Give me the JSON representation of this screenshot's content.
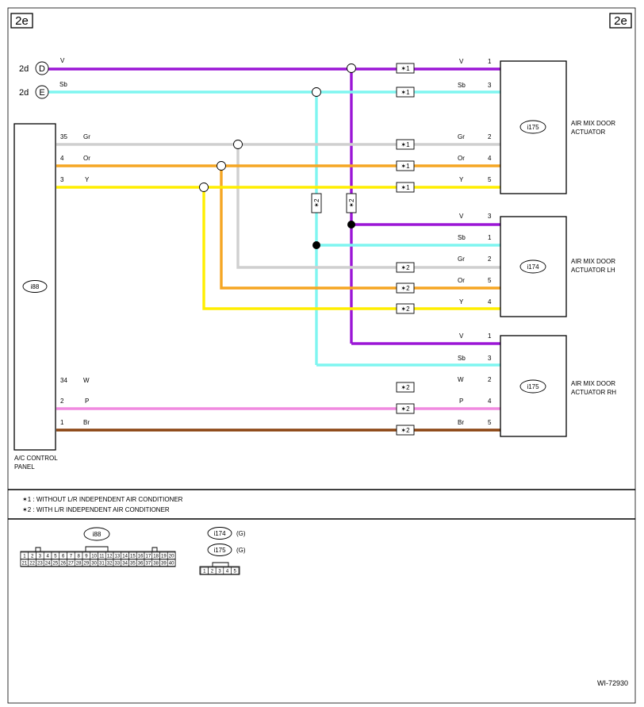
{
  "page_code": "2e",
  "figure_id": "WI-72930",
  "colors": {
    "V": "#9b16d6",
    "Sb": "#7ff5f0",
    "Gr": "#cfcfcf",
    "Or": "#f5a623",
    "Y": "#ffee00",
    "W": "#ffffff",
    "P": "#f08ae0",
    "Br": "#8b4513"
  },
  "inputs": [
    {
      "page": "2d",
      "letter": "D",
      "wire": "V"
    },
    {
      "page": "2d",
      "letter": "E",
      "wire": "Sb"
    }
  ],
  "controller": {
    "id": "i88",
    "name_line1": "A/C CONTROL",
    "name_line2": "PANEL",
    "pins": [
      {
        "pin": "35",
        "wire": "Gr"
      },
      {
        "pin": "4",
        "wire": "Or"
      },
      {
        "pin": "3",
        "wire": "Y"
      },
      {
        "pin": "34",
        "wire": "W"
      },
      {
        "pin": "2",
        "wire": "P"
      },
      {
        "pin": "1",
        "wire": "Br"
      }
    ]
  },
  "components": [
    {
      "id": "i175",
      "name_line1": "AIR MIX DOOR",
      "name_line2": "ACTUATOR",
      "pins": [
        {
          "wire": "V",
          "pin": "1"
        },
        {
          "wire": "Sb",
          "pin": "3"
        },
        {
          "wire": "Gr",
          "pin": "2"
        },
        {
          "wire": "Or",
          "pin": "4"
        },
        {
          "wire": "Y",
          "pin": "5"
        }
      ]
    },
    {
      "id": "i174",
      "name_line1": "AIR MIX DOOR",
      "name_line2": "ACTUATOR LH",
      "pins": [
        {
          "wire": "V",
          "pin": "3"
        },
        {
          "wire": "Sb",
          "pin": "1"
        },
        {
          "wire": "Gr",
          "pin": "2"
        },
        {
          "wire": "Or",
          "pin": "5"
        },
        {
          "wire": "Y",
          "pin": "4"
        }
      ]
    },
    {
      "id": "i175",
      "name_line1": "AIR MIX DOOR",
      "name_line2": "ACTUATOR  RH",
      "pins": [
        {
          "wire": "V",
          "pin": "1"
        },
        {
          "wire": "Sb",
          "pin": "3"
        },
        {
          "wire": "W",
          "pin": "2"
        },
        {
          "wire": "P",
          "pin": "4"
        },
        {
          "wire": "Br",
          "pin": "5"
        }
      ]
    }
  ],
  "marks": {
    "m1": "✶1",
    "m2": "✶2"
  },
  "notes": [
    {
      "mark": "✶1",
      "text": " : WITHOUT L/R INDEPENDENT AIR CONDITIONER"
    },
    {
      "mark": "✶2",
      "text": " : WITH L/R INDEPENDENT AIR CONDITIONER"
    }
  ],
  "connector_views": {
    "i88": {
      "id": "i88",
      "row1": [
        "1",
        "2",
        "3",
        "4",
        "5",
        "6",
        "7",
        "8",
        "9",
        "10",
        "11",
        "12",
        "13",
        "14",
        "15",
        "16",
        "17",
        "18",
        "19",
        "20"
      ],
      "row2": [
        "21",
        "22",
        "23",
        "24",
        "25",
        "26",
        "27",
        "28",
        "29",
        "30",
        "31",
        "32",
        "33",
        "34",
        "35",
        "36",
        "37",
        "38",
        "39",
        "40"
      ]
    },
    "i174_175": {
      "ids": [
        "i174",
        "i175"
      ],
      "color_code": "(G)",
      "pins": [
        "1",
        "2",
        "3",
        "4",
        "5"
      ]
    }
  }
}
